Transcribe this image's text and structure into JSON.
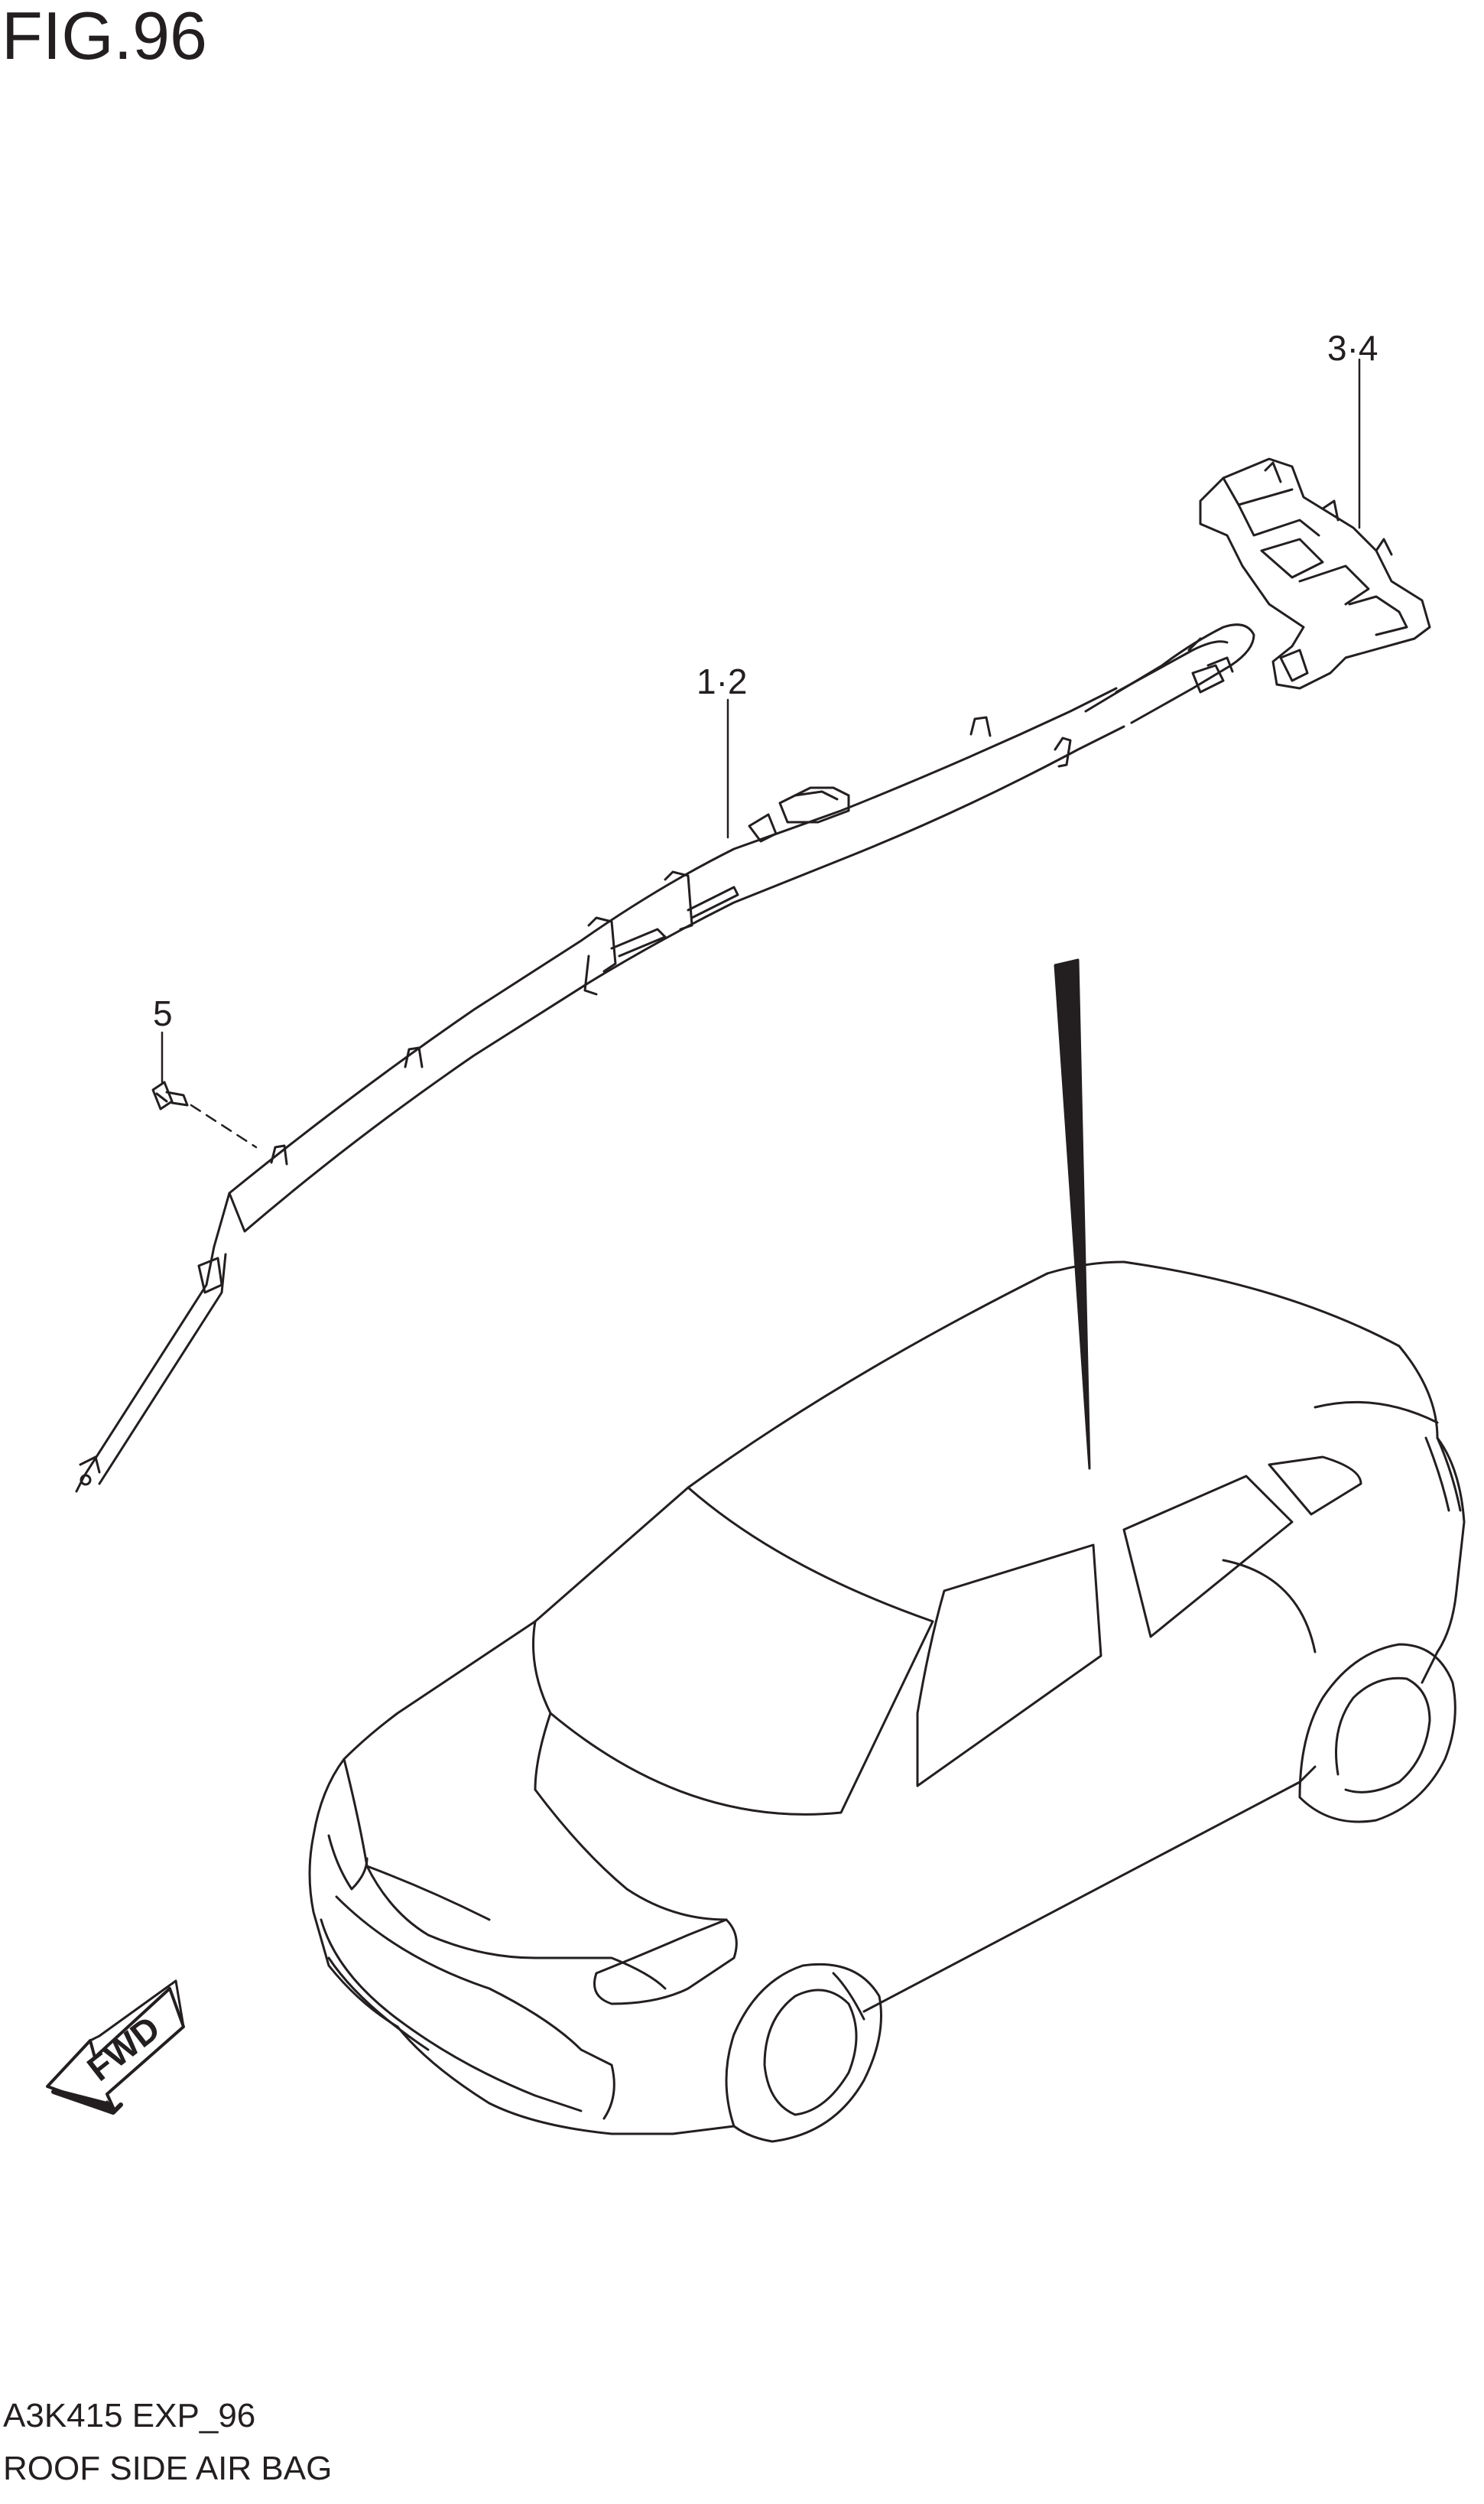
{
  "figure": {
    "title": "FIG.96",
    "code": "A3K415 EXP_96",
    "name": "ROOF SIDE AIR BAG"
  },
  "callouts": {
    "part_1_2": "1·2",
    "part_3_4": "3·4",
    "part_5": "5"
  },
  "direction_arrow": {
    "label": "FWD",
    "icon": "forward-arrow-icon"
  },
  "colors": {
    "line": "#231f20",
    "background": "#ffffff"
  }
}
